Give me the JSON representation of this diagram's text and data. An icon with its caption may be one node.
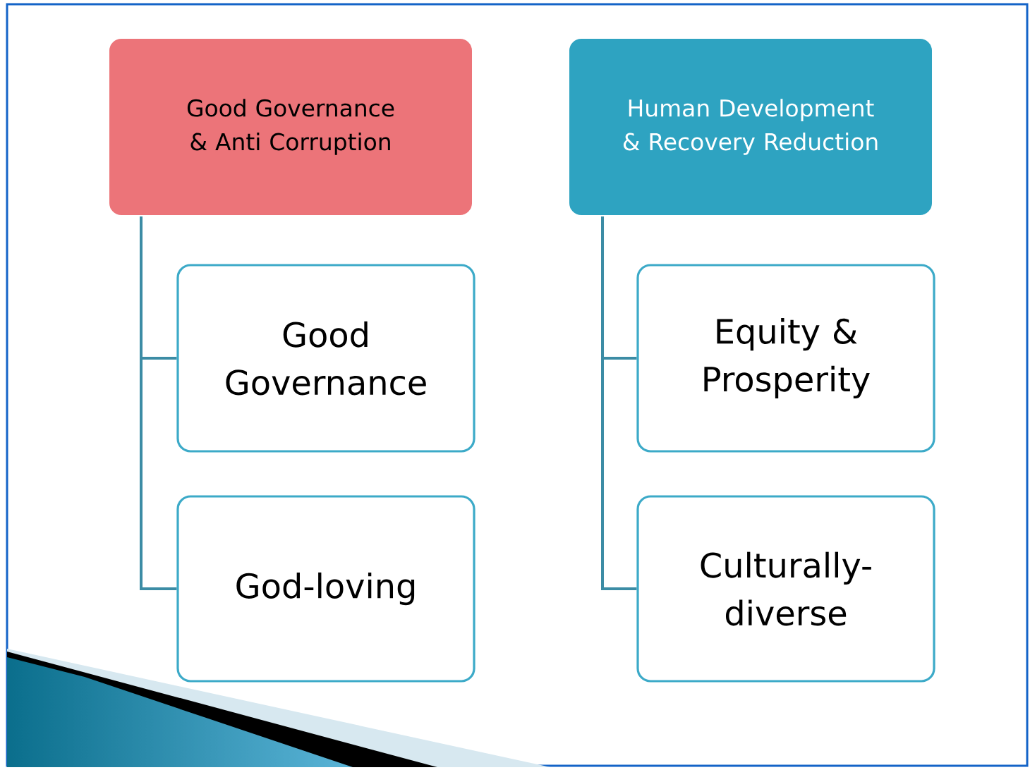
{
  "diagram": {
    "nodes": [
      {
        "text": [
          "Good Governance & Anti Corruption"
        ]
      },
      {
        "text": [
          "Human Development & Recovery Reduction"
        ]
      },
      {
        "text": [
          "Good Governance"
        ]
      },
      {
        "text": [
          "God-loving"
        ]
      },
      {
        "text": [
          "Equity & Prosperity"
        ]
      },
      {
        "text": [
          "Culturally-diverse"
        ]
      }
    ],
    "edges": [
      {
        "from": 0,
        "to": 2,
        "arrow": "none"
      },
      {
        "from": 0,
        "to": 3,
        "arrow": "none"
      },
      {
        "from": 1,
        "to": 4,
        "arrow": "none"
      },
      {
        "from": 1,
        "to": 5,
        "arrow": "none"
      }
    ]
  }
}
